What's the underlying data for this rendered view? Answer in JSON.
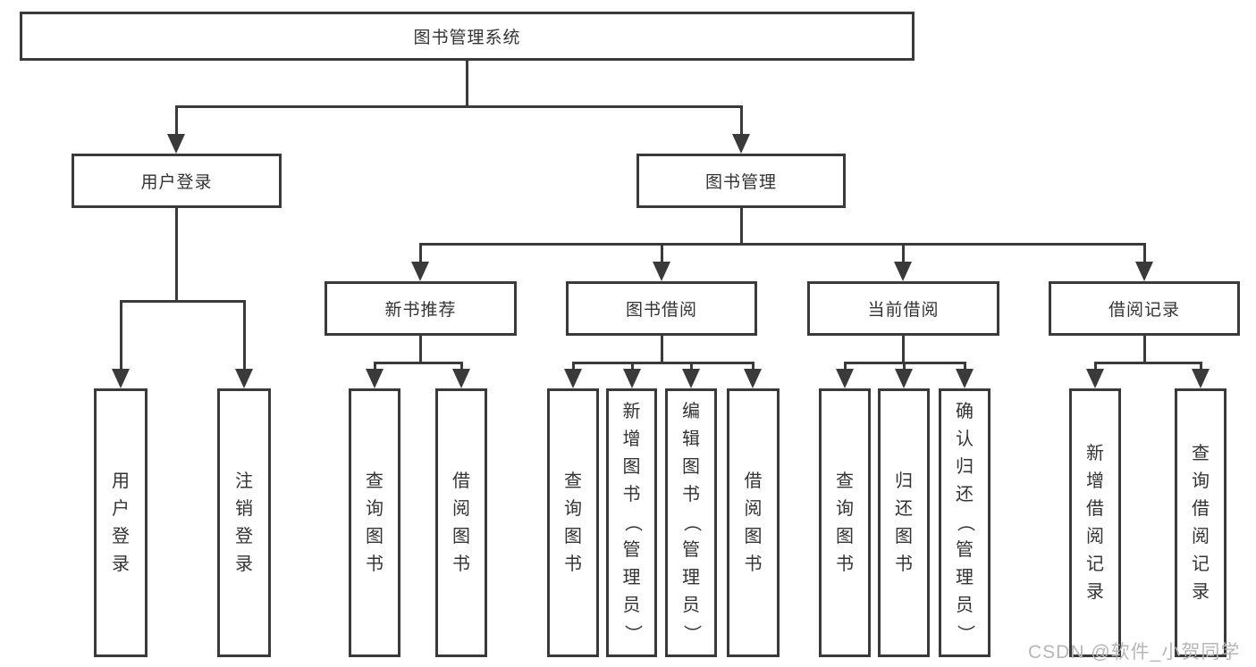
{
  "tree": {
    "root": "图书管理系统",
    "level2": [
      "用户登录",
      "图书管理"
    ],
    "level3": [
      "新书推荐",
      "图书借阅",
      "当前借阅",
      "借阅记录"
    ],
    "leaves": {
      "user_login": [
        "用户登录",
        "注销登录"
      ],
      "new_book": [
        "查询图书",
        "借阅图书"
      ],
      "book_borrow": [
        "查询图书",
        "新增图书（管理员）",
        "编辑图书（管理员）",
        "借阅图书"
      ],
      "current_borrow": [
        "查询图书",
        "归还图书",
        "确认归还（管理员）"
      ],
      "borrow_records": [
        "新增借阅记录",
        "查询借阅记录"
      ]
    }
  },
  "watermark": "CSDN @软件_小贺同学",
  "colors": {
    "line": "#3a3a3a",
    "text": "#333333",
    "watermark": "#b7b7b7",
    "background": "#ffffff"
  }
}
